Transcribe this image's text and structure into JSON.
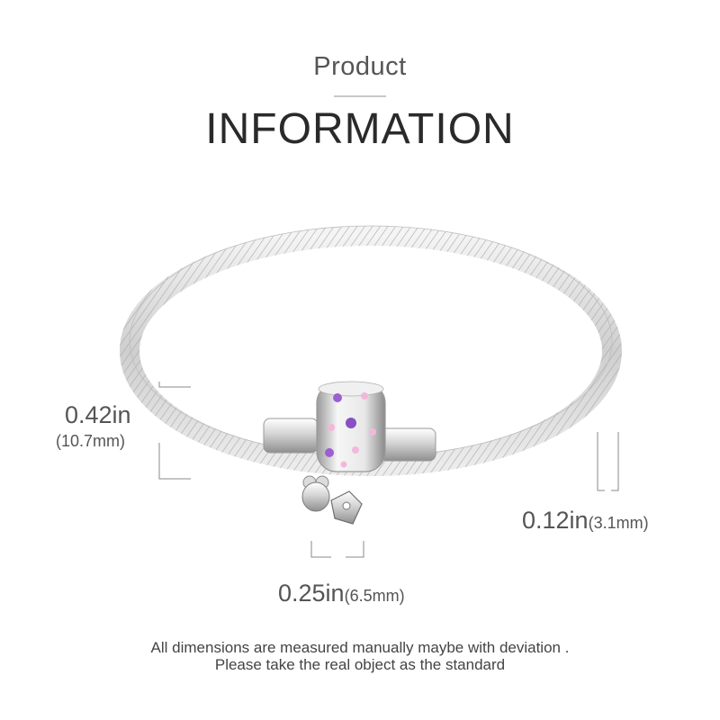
{
  "heading": {
    "small": "Product",
    "large": "INFORMATION"
  },
  "dimensions": {
    "height": {
      "primary": "0.42in",
      "secondary": "(10.7mm)"
    },
    "width": {
      "primary": "0.25in",
      "secondary": "(6.5mm)"
    },
    "thickness": {
      "primary": "0.12in",
      "secondary": "(3.1mm)"
    }
  },
  "notes": {
    "line1": "All dimensions are measured manually maybe with deviation .",
    "line2": "Please take the real object as the standard"
  },
  "colors": {
    "silver": "#d9d9d9",
    "purple_stone": "#9b5fd0",
    "pink_stone": "#f2b8dc"
  }
}
